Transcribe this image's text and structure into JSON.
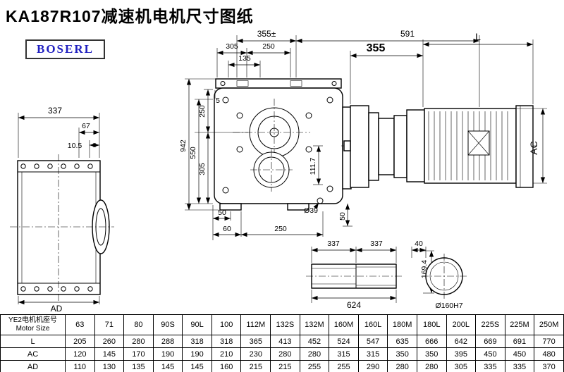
{
  "title": "KA187R107减速机电机尺寸图纸",
  "logo": "BOSERL",
  "dims": {
    "t355": "355±",
    "t591": "591",
    "t305": "305",
    "t250": "250",
    "t135": "135",
    "v5": "5",
    "v250": "250",
    "v305": "305",
    "v550": "550",
    "v942": "942",
    "v111_7": "111.7",
    "b50l": "50",
    "b60": "60",
    "b250": "250",
    "d39": "Ø39",
    "b50r": "50",
    "s337": "337",
    "s67": "67",
    "s10_5": "10.5",
    "sAD": "AD",
    "m355": "355",
    "mL": "L",
    "mAC": "AC",
    "h337a": "337",
    "h337b": "337",
    "h40": "40",
    "h169_4": "169.4",
    "h624": "624",
    "h160": "Ø160H7"
  },
  "table": {
    "row_label_line1": "YE2电机机座号",
    "row_label_line2": "Motor Size",
    "columns": [
      "63",
      "71",
      "80",
      "90S",
      "90L",
      "100",
      "112M",
      "132S",
      "132M",
      "160M",
      "160L",
      "180M",
      "180L",
      "200L",
      "225S",
      "225M",
      "250M"
    ],
    "rows": [
      {
        "label": "L",
        "values": [
          "205",
          "260",
          "280",
          "288",
          "318",
          "318",
          "365",
          "413",
          "452",
          "524",
          "547",
          "635",
          "666",
          "642",
          "669",
          "691",
          "770"
        ]
      },
      {
        "label": "AC",
        "values": [
          "120",
          "145",
          "170",
          "190",
          "190",
          "210",
          "230",
          "280",
          "280",
          "315",
          "315",
          "350",
          "350",
          "395",
          "450",
          "450",
          "480"
        ]
      },
      {
        "label": "AD",
        "values": [
          "110",
          "130",
          "135",
          "145",
          "145",
          "160",
          "215",
          "215",
          "255",
          "255",
          "290",
          "280",
          "280",
          "305",
          "335",
          "335",
          "370"
        ]
      }
    ]
  }
}
